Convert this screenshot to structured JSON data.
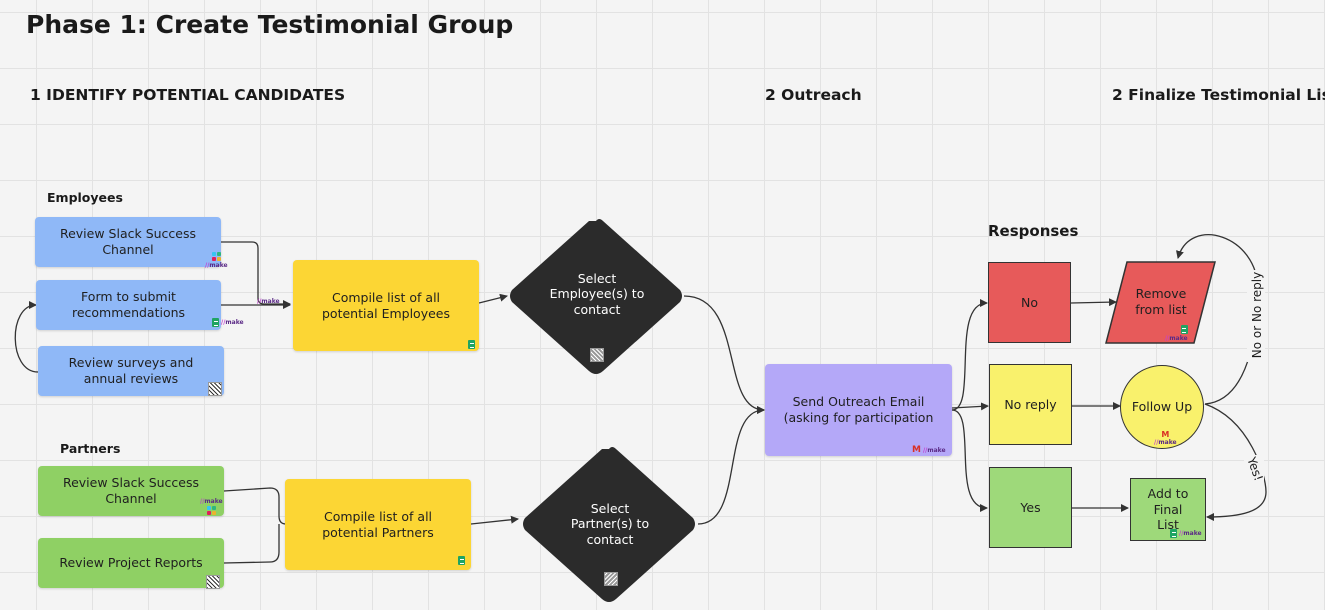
{
  "title": "Phase 1: Create Testimonial Group",
  "sections": {
    "identify": "1 IDENTIFY POTENTIAL CANDIDATES",
    "outreach": "2 Outreach",
    "finalize": "2 Finalize Testimonial Lis"
  },
  "groups": {
    "employees": "Employees",
    "partners": "Partners",
    "responses": "Responses"
  },
  "nodes": {
    "review_slack_emp": "Review Slack Success Channel",
    "form_submit": "Form to submit recommendations",
    "review_surveys": "Review surveys and annual reviews",
    "compile_employees": "Compile list of all potential Employees",
    "select_employees": "Select Employee(s) to contact",
    "review_slack_partner": "Review Slack Success Channel",
    "review_project": "Review Project Reports",
    "compile_partners": "Compile list of all potential Partners",
    "select_partners": "Select Partner(s) to contact",
    "send_outreach": "Send Outreach Email (asking for participation",
    "no": "No",
    "no_reply": "No reply",
    "yes": "Yes",
    "remove_from_list": "Remove from list",
    "follow_up": "Follow Up",
    "add_final_list": "Add to Final List"
  },
  "edge_labels": {
    "no_or_no_reply": "No or No reply",
    "yes": "Yes!"
  },
  "badges": {
    "make": "make"
  },
  "colors": {
    "employee_node": "#8fb8f7",
    "partner_node": "#8fd064",
    "compile_node": "#fcd634",
    "decision_node": "#2b2b2b",
    "outreach_node": "#b4a8f8",
    "response_no": "#e75a5a",
    "response_no_reply": "#f9f16c",
    "response_yes": "#9ed97a"
  },
  "icons": [
    "slack-icon",
    "make-icon",
    "google-sheets-icon",
    "qr-code-icon",
    "gmail-icon"
  ]
}
